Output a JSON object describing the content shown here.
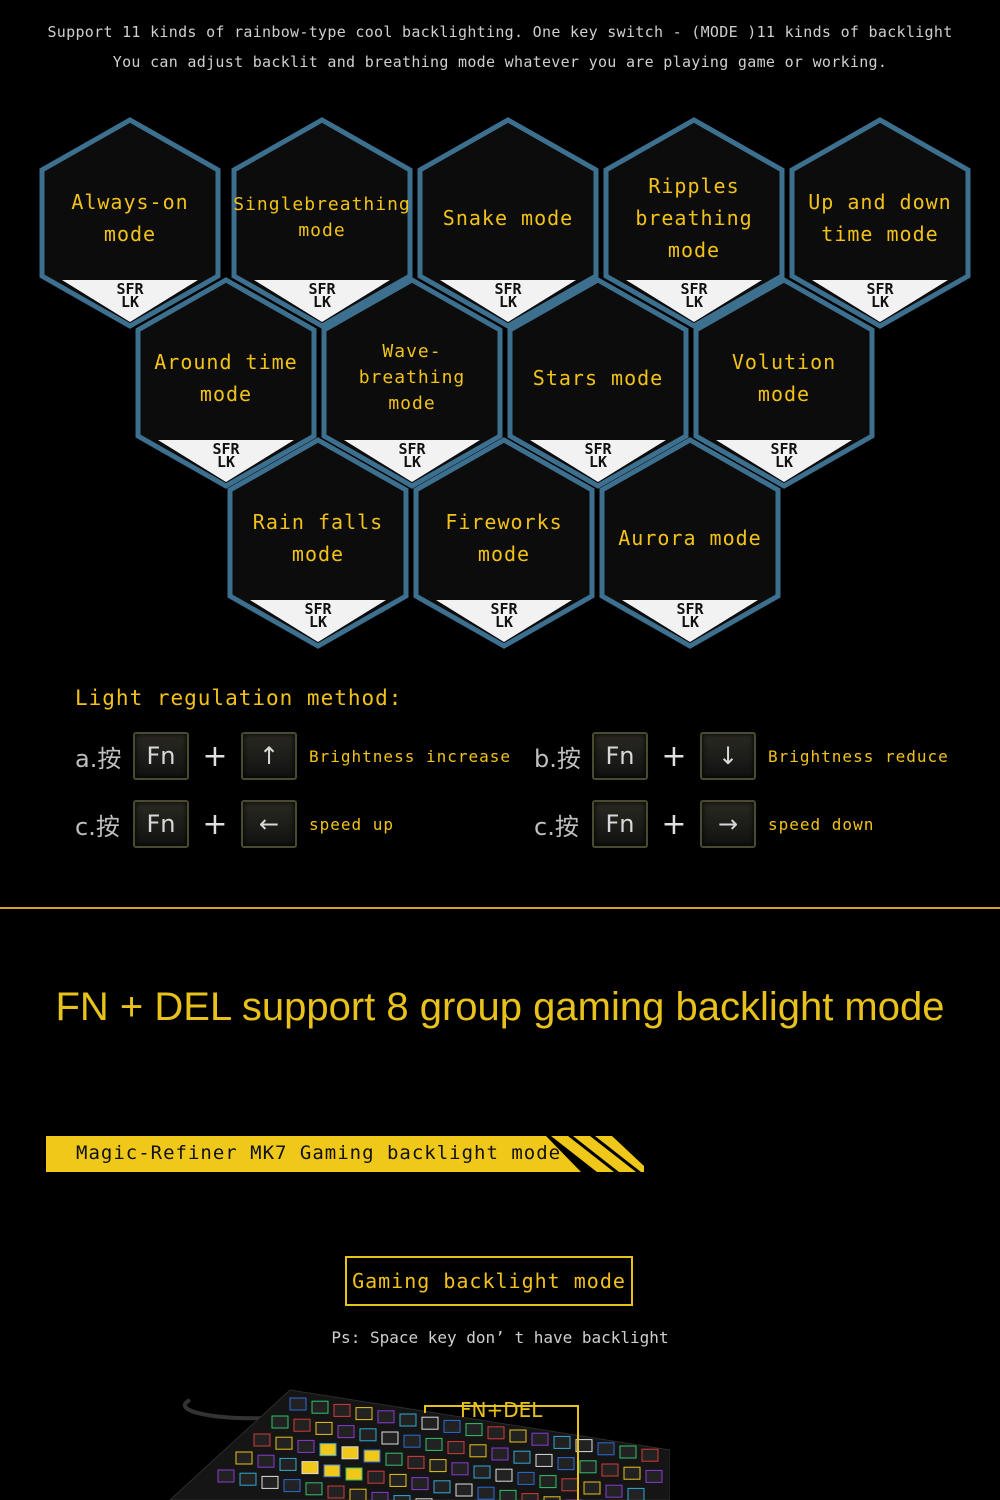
{
  "intro": {
    "line1": "Support 11 kinds of rainbow-type cool backlighting. One key switch  - (MODE )11 kinds of backlight",
    "line2": "You can adjust backlit and breathing mode whatever you are playing game or working."
  },
  "modes": [
    {
      "label": "Always-on\nmode",
      "logo": "SFR\nLK"
    },
    {
      "label": "Singlebreathing\nmode",
      "logo": "SFR\nLK"
    },
    {
      "label": "Snake mode",
      "logo": "SFR\nLK"
    },
    {
      "label": "Ripples\nbreathing\nmode",
      "logo": "SFR\nLK"
    },
    {
      "label": "Up and down\ntime mode",
      "logo": "SFR\nLK"
    },
    {
      "label": "Around  time\nmode",
      "logo": "SFR\nLK"
    },
    {
      "label": "Wave-breathing\nmode",
      "logo": "SFR\nLK"
    },
    {
      "label": "Stars mode",
      "logo": "SFR\nLK"
    },
    {
      "label": "Volution\nmode",
      "logo": "SFR\nLK"
    },
    {
      "label": "Rain falls\nmode",
      "logo": "SFR\nLK"
    },
    {
      "label": "Fireworks\nmode",
      "logo": "SFR\nLK"
    },
    {
      "label": "Aurora mode",
      "logo": "SFR\nLK"
    }
  ],
  "regulation": {
    "title": "Light regulation method:",
    "rows": [
      {
        "prefix": "a.按",
        "key1": "Fn",
        "plus": "+",
        "key2": "↑",
        "desc": "Brightness increase"
      },
      {
        "prefix": "b.按",
        "key1": "Fn",
        "plus": "+",
        "key2": "↓",
        "desc": "Brightness  reduce"
      },
      {
        "prefix": "c.按",
        "key1": "Fn",
        "plus": "+",
        "key2": "←",
        "desc": "speed up"
      },
      {
        "prefix": "c.按",
        "key1": "Fn",
        "plus": "+",
        "key2": "→",
        "desc": "speed down"
      }
    ]
  },
  "gaming": {
    "title": "FN + DEL support  8 group gaming backlight mode",
    "banner": "Magic-Refiner MK7 Gaming backlight mode",
    "boxed": "Gaming backlight mode",
    "ps": "Ps: Space key don’ t have backlight",
    "callout": "FN+DEL"
  },
  "colors": {
    "accent": "#e8c21a",
    "glow": "#3d6f8f",
    "hexFill": "#0c0c0c"
  }
}
